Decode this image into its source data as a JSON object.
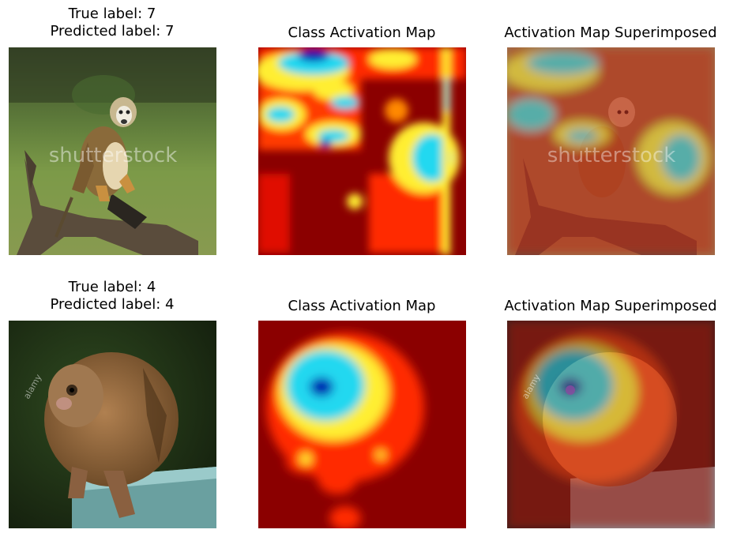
{
  "rows": [
    {
      "true_label": "True label: 7",
      "pred_label": "Predicted label: 7",
      "cam_title": "Class Activation Map",
      "overlay_title": "Activation Map Superimposed",
      "watermark": "shutterstock"
    },
    {
      "true_label": "True label: 4",
      "pred_label": "Predicted label: 4",
      "cam_title": "Class Activation Map",
      "overlay_title": "Activation Map Superimposed",
      "watermark": "alamy"
    }
  ],
  "colors": {
    "cam_background": "#8b0000",
    "cam_red": "#ff1a00",
    "cam_yellow": "#ffee33",
    "cam_cyan": "#22d8f0",
    "cam_blue": "#0010b0"
  }
}
